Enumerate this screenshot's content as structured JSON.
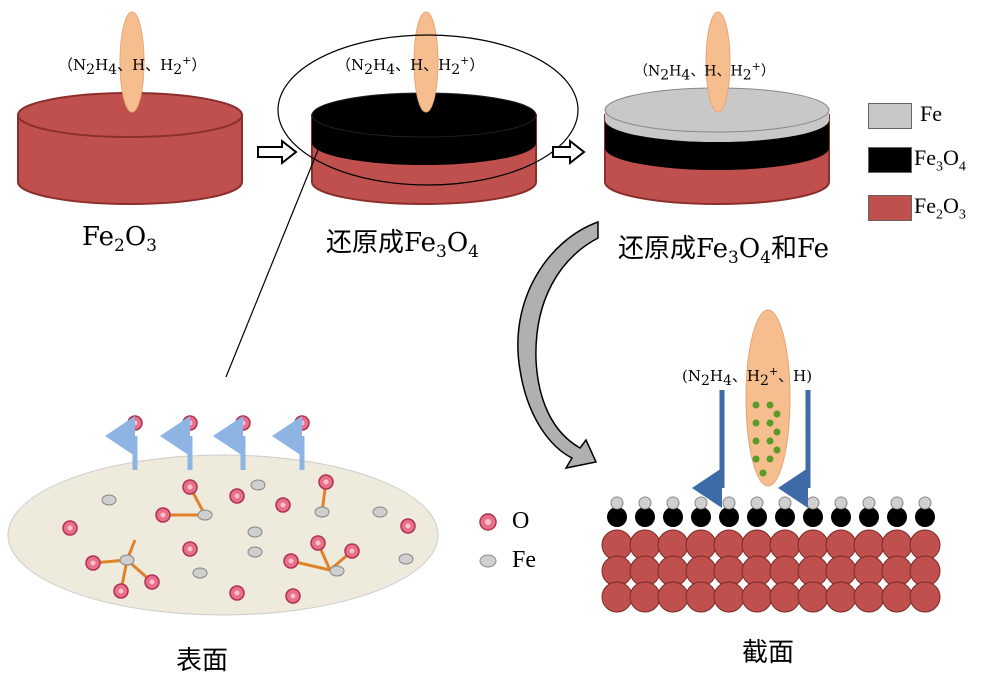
{
  "colors": {
    "fe2o3": "#c0504d",
    "fe2o3_dark": "#8b2f2c",
    "fe3o4": "#000000",
    "fe": "#c8c8c8",
    "flame": "#f6be8e",
    "surface": "#eeeadc",
    "o_atom": "#e8708a",
    "fe_atom": "#cfcfcf",
    "bond": "#e0822c",
    "arrow_blue": "#8db4e2",
    "arrow_dark_blue": "#3e6aa8",
    "green_dot": "#5a9a2a"
  },
  "discs": [
    {
      "gas": {
        "a": "（N",
        "b": "2",
        "c": "H",
        "d": "4",
        "e": "、H、H",
        "f": "2",
        "g": "+",
        "h": "）"
      },
      "caption": {
        "a": "Fe",
        "b": "2",
        "c": "O",
        "d": "3",
        "e": ""
      }
    },
    {
      "gas": {
        "a": "（N",
        "b": "2",
        "c": "H",
        "d": "4",
        "e": "、H、H",
        "f": "2",
        "g": "+",
        "h": "）"
      },
      "caption": {
        "a": "还原成Fe",
        "b": "3",
        "c": "O",
        "d": "4",
        "e": ""
      }
    },
    {
      "gas": {
        "a": "（N",
        "b": "2",
        "c": "H",
        "d": "4",
        "e": "、H、H",
        "f": "2",
        "g": "+",
        "h": "）"
      },
      "caption": {
        "a": "还原成Fe",
        "b": "3",
        "c": "O",
        "d": "4",
        "e": "和Fe"
      }
    }
  ],
  "legend": {
    "fe": {
      "a": "Fe"
    },
    "fe3o4": {
      "a": "Fe",
      "b": "3",
      "c": "O",
      "d": "4"
    },
    "fe2o3": {
      "a": "Fe",
      "b": "2",
      "c": "O",
      "d": "3"
    }
  },
  "atom_legend": {
    "o": "O",
    "fe": "Fe"
  },
  "cross_gas": {
    "a": "(N",
    "b": "2",
    "c": "H",
    "d": "4",
    "e": "、H",
    "f": "2",
    "g": "+",
    "h": "、H)"
  },
  "surface_caption": "表面",
  "cross_caption": "截面"
}
